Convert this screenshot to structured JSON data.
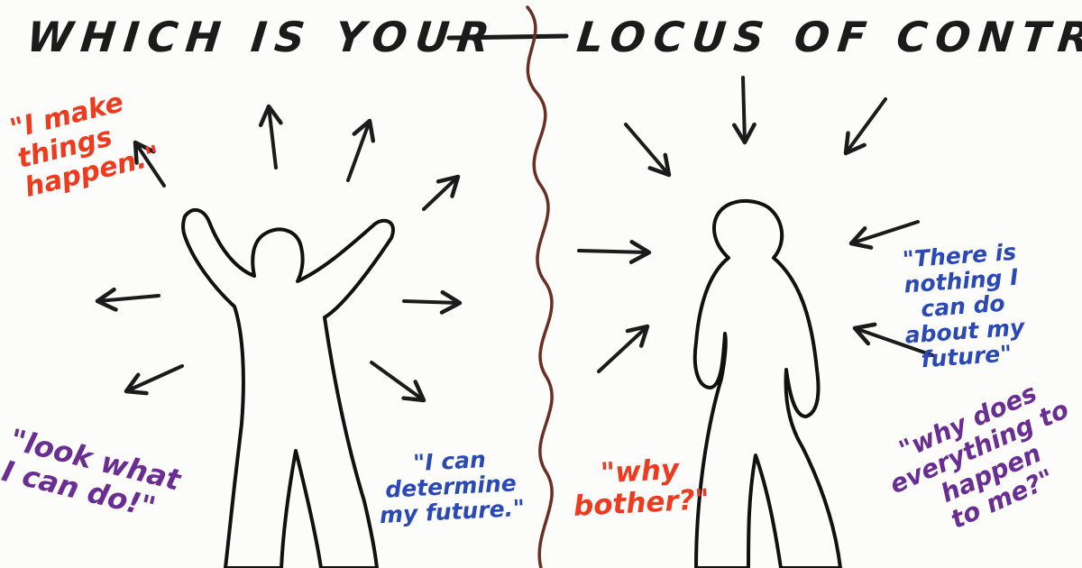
{
  "title": {
    "left": "WHICH IS YOUR",
    "right": "LOCUS OF CONTROL?"
  },
  "quotes": {
    "make_things_happen": "\"I make\nthings\nhappen.\"",
    "look_what": "\"look what\nI can do!\"",
    "determine": "\"I can\ndetermine\nmy future.\"",
    "why_bother": "\"why\nbother?\"",
    "nothing": "\"There is\nnothing I\ncan do\nabout my\nfuture\"",
    "why_does": "\"why does\neverything to\nhappen\nto me?\""
  },
  "colors": {
    "ink": "#1b1b1b",
    "red": "#ee3a1e",
    "blue": "#2b48b7",
    "purple": "#6a2d93",
    "divider": "#6b2e22"
  }
}
